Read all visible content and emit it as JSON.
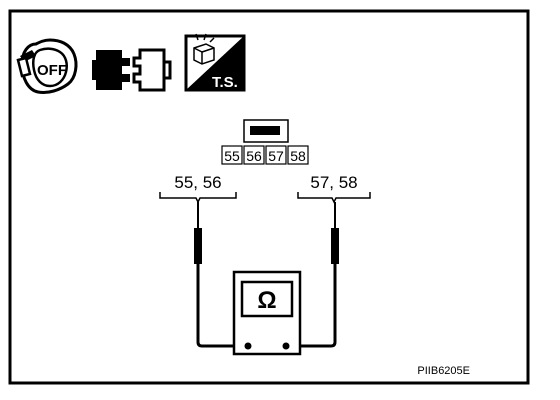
{
  "icons": {
    "ignition": {
      "label": "OFF"
    },
    "connector": {},
    "harness": {
      "label": "T.S."
    }
  },
  "connector": {
    "pins": [
      "55",
      "56",
      "57",
      "58"
    ]
  },
  "probes": {
    "left": {
      "label": "55, 56"
    },
    "right": {
      "label": "57, 58"
    }
  },
  "meter": {
    "symbol": "Ω"
  },
  "figure_code": "PIIB6205E",
  "colors": {
    "line": "#000000",
    "background": "#ffffff"
  }
}
